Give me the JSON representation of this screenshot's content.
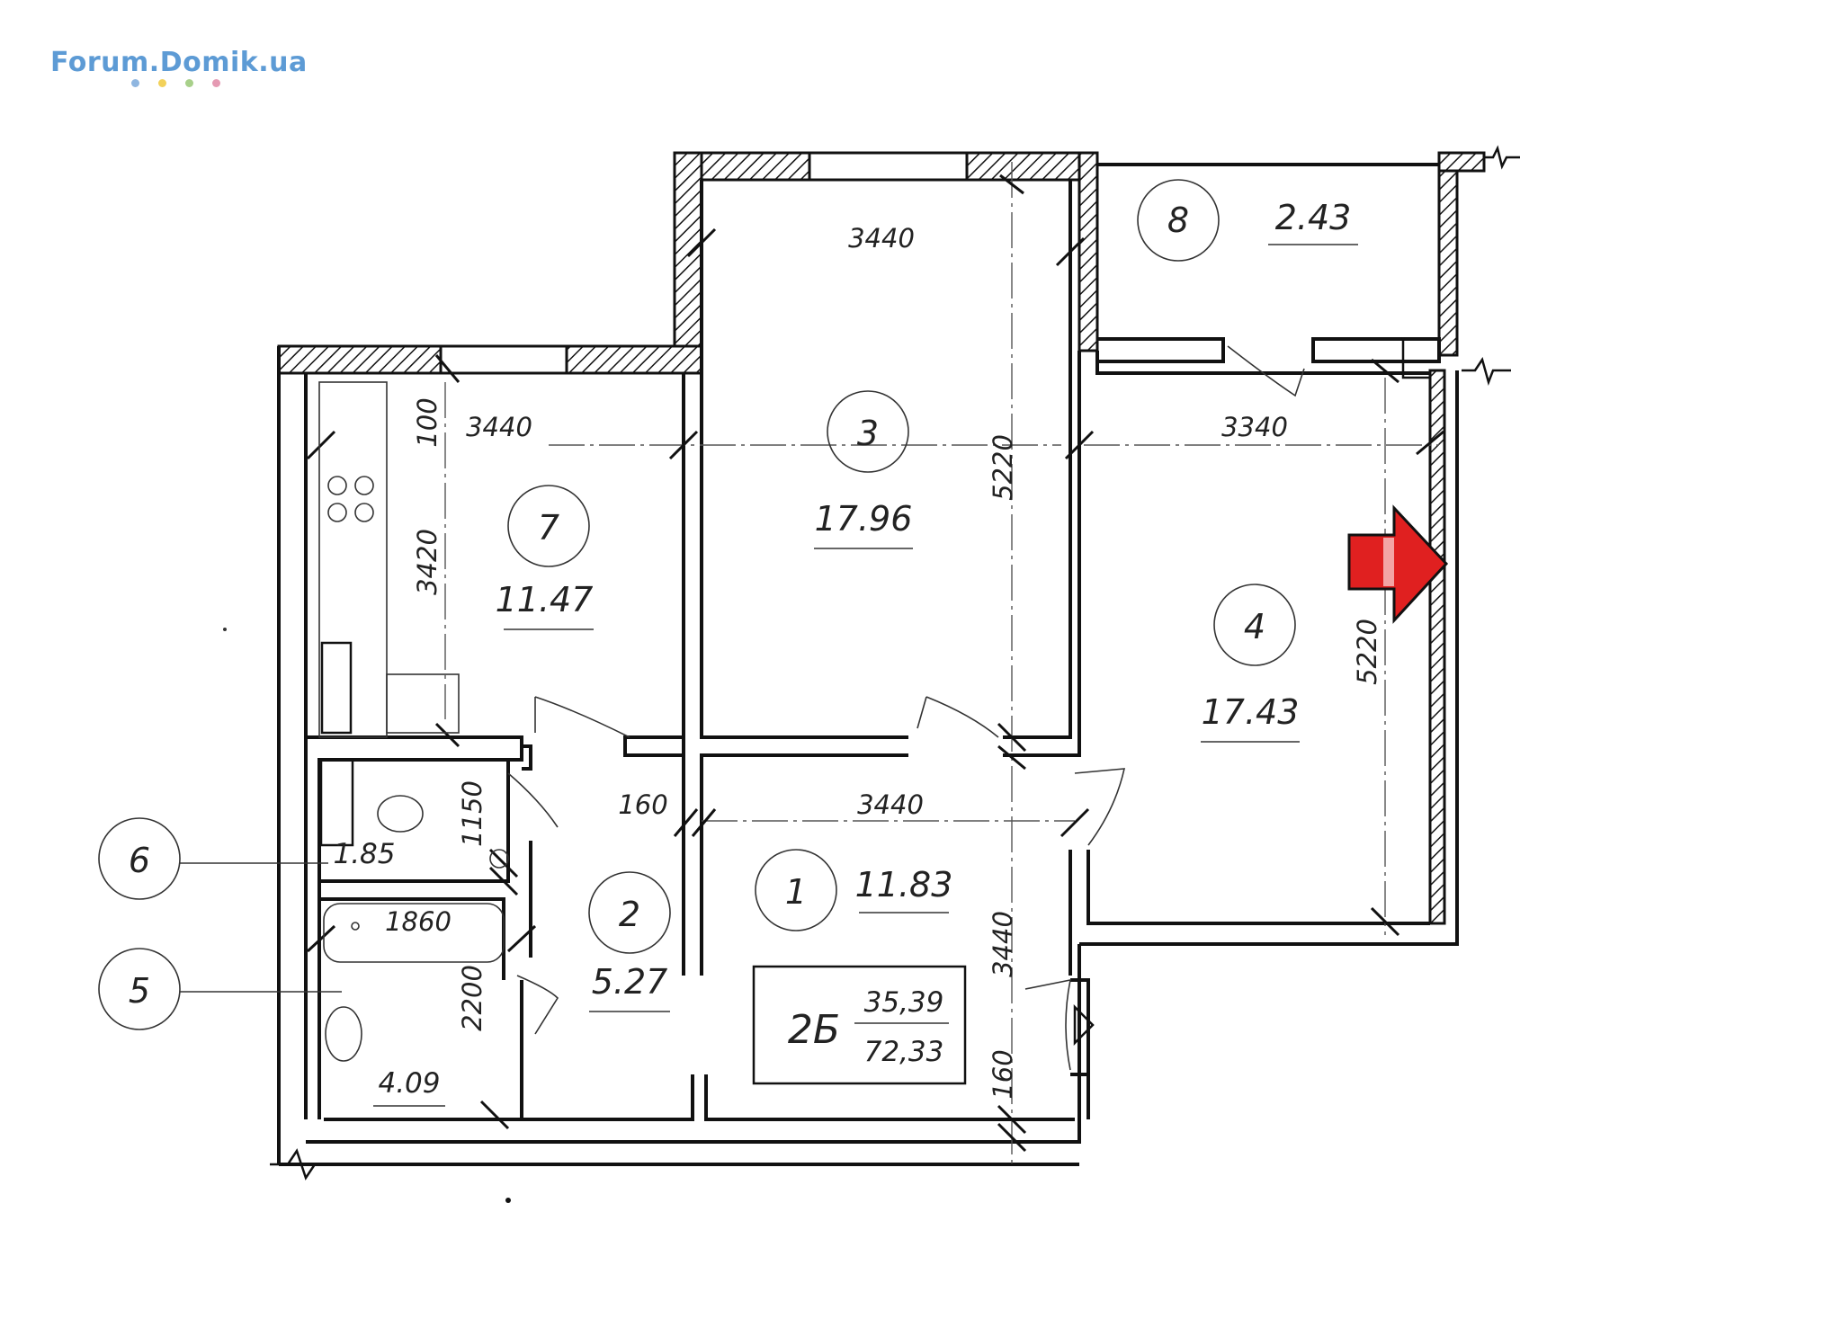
{
  "watermark": {
    "text": "Forum.Domik.ua",
    "color": "#5d9bd5",
    "dot_colors": [
      "#8fb6e0",
      "#f2d15a",
      "#a8d08a",
      "#e59ab3"
    ]
  },
  "rooms": [
    {
      "number": "1",
      "area": "11.83"
    },
    {
      "number": "2",
      "area": "5.27"
    },
    {
      "number": "3",
      "area": "17.96"
    },
    {
      "number": "4",
      "area": "17.43"
    },
    {
      "number": "5",
      "area": "4.09"
    },
    {
      "number": "6",
      "area": "1.85"
    },
    {
      "number": "7",
      "area": "11.47"
    },
    {
      "number": "8",
      "area": "2.43"
    }
  ],
  "dimensions": {
    "room3_width": "3440",
    "room3_height": "5220",
    "room7_width": "3440",
    "room7_offset": "100",
    "room7_height": "3420",
    "room4_width": "3340",
    "room4_height": "5220",
    "room1_width": "3440",
    "room1_height": "3440",
    "corridor_wall": "160",
    "bottom_wall": "160",
    "wc_height": "1150",
    "bath_height": "2200",
    "bathtub_length": "1860"
  },
  "apartment": {
    "type": "2Б",
    "living_area": "35,39",
    "total_area": "72,33"
  },
  "colors": {
    "ink": "#111111",
    "arrow": "#e02020"
  }
}
